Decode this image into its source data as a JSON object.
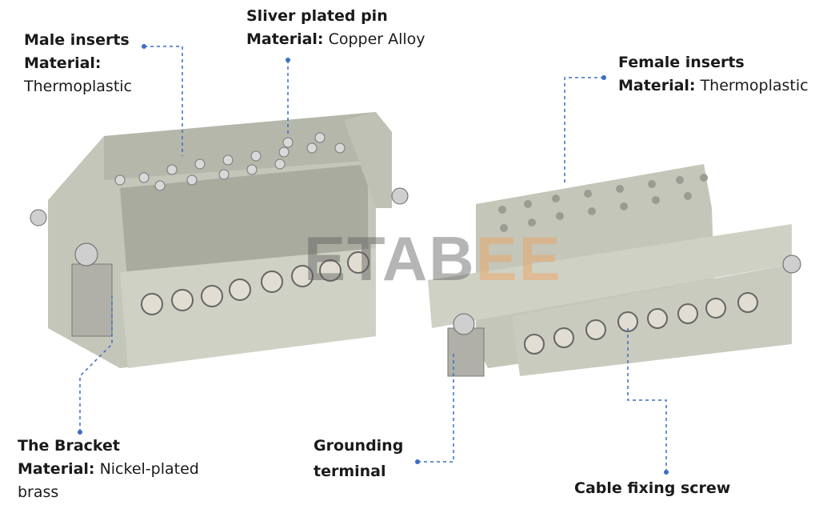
{
  "labels": {
    "male": {
      "title": "Male inserts",
      "material_key": "Material:",
      "material_value": "Thermoplastic"
    },
    "pin": {
      "title": "Sliver plated pin",
      "material_key": "Material:",
      "material_value": "Copper Alloy"
    },
    "female": {
      "title": "Female inserts",
      "material_key": "Material:",
      "material_value": "Thermoplastic"
    },
    "bracket": {
      "title": "The Bracket",
      "material_key": "Material:",
      "material_value": "Nickel-plated brass"
    },
    "grounding": {
      "title_line1": "Grounding",
      "title_line2": "terminal"
    },
    "screw": {
      "title": "Cable fixing screw"
    }
  },
  "watermark": {
    "text_main": "ETAB",
    "text_accent": "EE"
  },
  "colors": {
    "leader": "#3a6fc4",
    "body": "#c9cbbf",
    "accent": "#f0a05a"
  }
}
